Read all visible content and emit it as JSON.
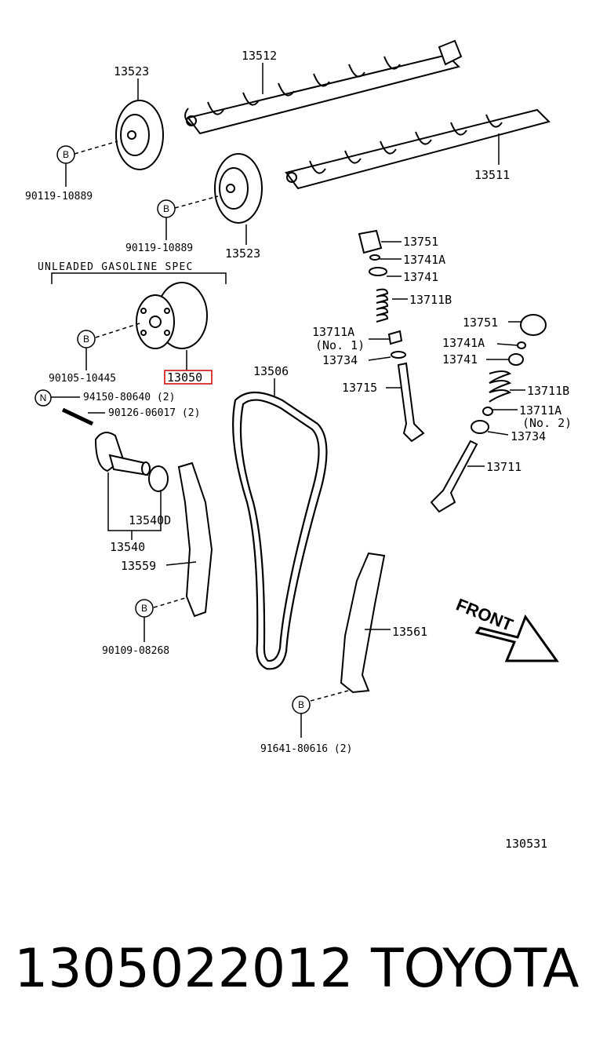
{
  "diagram": {
    "labels": {
      "camshaft_upper": "13512",
      "camshaft_lower": "13511",
      "sprocket_left": "13523",
      "sprocket_right": "13523",
      "bolt_left": "90119-10889",
      "bolt_right": "90119-10889",
      "spec_note": "UNLEADED GASOLINE SPEC",
      "vvt_bolt": "90105-10445",
      "vvt_assembly": "13050",
      "plug": "94150-80640 (2)",
      "stud": "90126-06017 (2)",
      "gasket": "13540D",
      "tensioner": "13540",
      "guide_slipper": "13559",
      "bolt_slipper": "90109-08268",
      "chain": "13506",
      "chain_guide": "13561",
      "bolt_guide": "91641-80616 (2)",
      "lifter_1": "13751",
      "shim_1": "13741A",
      "retainer_1": "13741",
      "spring_1": "13711B",
      "valve_seat_1": "13711A",
      "valve_seat_1_sub": "(No. 1)",
      "seal_1": "13734",
      "valve_1": "13715",
      "lifter_2": "13751",
      "shim_2": "13741A",
      "retainer_2": "13741",
      "spring_2": "13711B",
      "valve_seat_2": "13711A",
      "valve_seat_2_sub": "(No. 2)",
      "seal_2": "13734",
      "valve_2": "13711",
      "front": "FRONT",
      "figure_code": "130531"
    },
    "bubbles": {
      "b": "B",
      "n": "N"
    },
    "highlight_color": "#cc0000"
  },
  "footer": {
    "part_number": "1305022012",
    "brand": "TOYOTA"
  }
}
